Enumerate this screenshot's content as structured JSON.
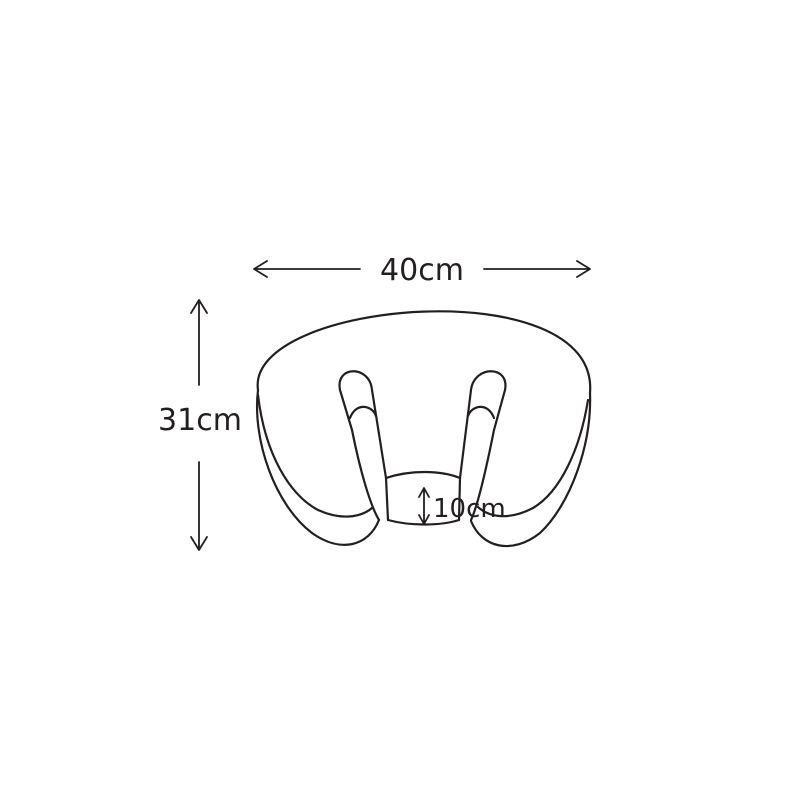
{
  "dimensions": {
    "width_label": "40cm",
    "height_label": "31cm",
    "opening_label": "10cm"
  },
  "colors": {
    "line": "#231f20",
    "background": "#ffffff"
  }
}
